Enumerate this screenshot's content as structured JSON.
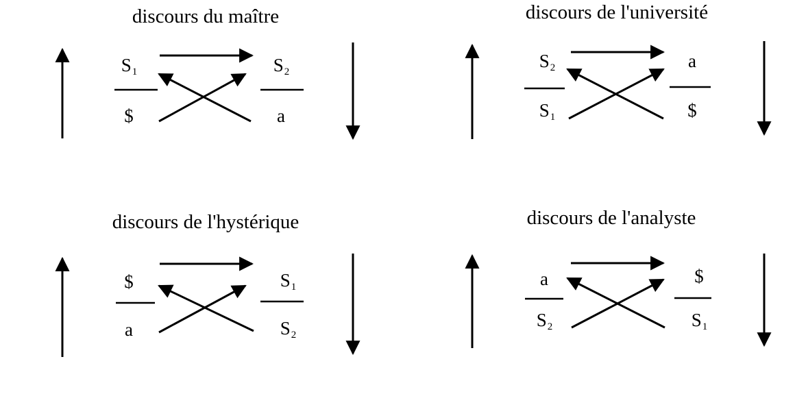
{
  "diagrams": [
    {
      "title": "discours du maître",
      "top_left": {
        "letter": "S",
        "sub": "1"
      },
      "bottom_left": {
        "letter": "$",
        "sub": ""
      },
      "top_right": {
        "letter": "S",
        "sub": "2"
      },
      "bottom_right": {
        "letter": "a",
        "sub": ""
      }
    },
    {
      "title": "discours de l'université",
      "top_left": {
        "letter": "S",
        "sub": "2"
      },
      "bottom_left": {
        "letter": "S",
        "sub": "1"
      },
      "top_right": {
        "letter": "a",
        "sub": ""
      },
      "bottom_right": {
        "letter": "$",
        "sub": ""
      }
    },
    {
      "title": "discours de l'hystérique",
      "top_left": {
        "letter": "$",
        "sub": ""
      },
      "bottom_left": {
        "letter": "a",
        "sub": ""
      },
      "top_right": {
        "letter": "S",
        "sub": "1"
      },
      "bottom_right": {
        "letter": "S",
        "sub": "2"
      }
    },
    {
      "title": "discours de l'analyste",
      "top_left": {
        "letter": "a",
        "sub": ""
      },
      "bottom_left": {
        "letter": "S",
        "sub": "2"
      },
      "top_right": {
        "letter": "$",
        "sub": ""
      },
      "bottom_right": {
        "letter": "S",
        "sub": "1"
      }
    }
  ]
}
